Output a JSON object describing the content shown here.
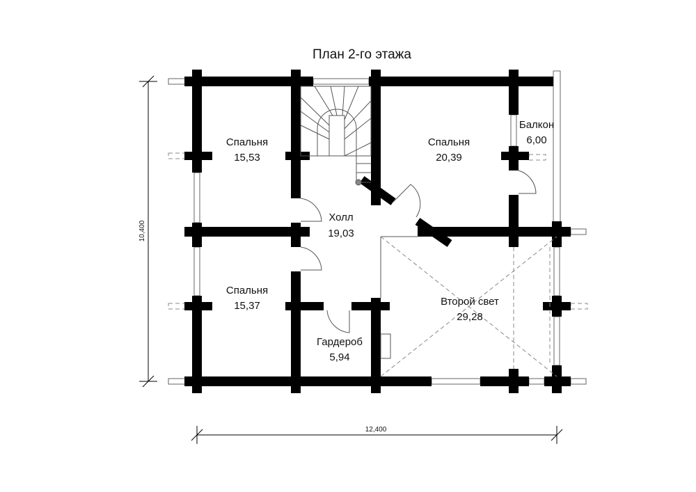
{
  "title": "План 2-го этажа",
  "dimensions": {
    "height": "10,400",
    "width": "12,400"
  },
  "rooms": [
    {
      "name": "Спальня",
      "area": "15,53"
    },
    {
      "name": "Спальня",
      "area": "20,39"
    },
    {
      "name": "Балкон",
      "area": "6,00"
    },
    {
      "name": "Холл",
      "area": "19,03"
    },
    {
      "name": "Спальня",
      "area": "15,37"
    },
    {
      "name": "Второй свет",
      "area": "29,28"
    },
    {
      "name": "Гардероб",
      "area": "5,94"
    }
  ]
}
